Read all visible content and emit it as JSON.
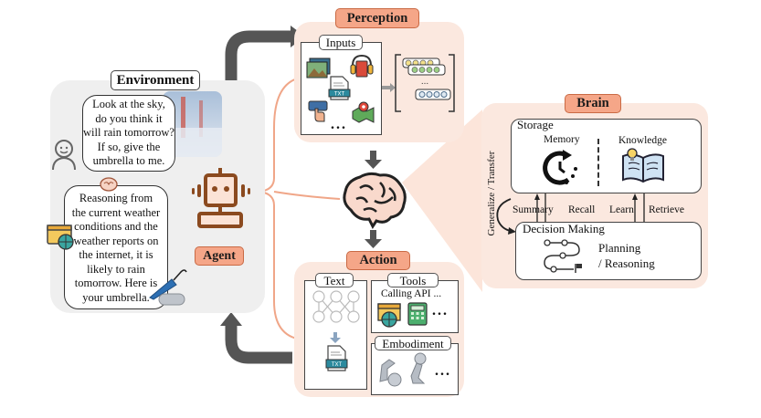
{
  "environment": {
    "title": "Environment",
    "user_message": [
      "Look at the sky,",
      "do you think it",
      "will rain tomorrow?",
      "If so, give the",
      "umbrella to me."
    ],
    "agent_message": [
      "Reasoning from",
      "the current weather",
      "conditions and the",
      "weather reports on",
      "the internet, it is",
      "likely to rain",
      "tomorrow. Here is",
      "your umbrella."
    ],
    "agent_label": "Agent"
  },
  "perception": {
    "title": "Perception",
    "inputs_label": "Inputs",
    "ellipsis": "...",
    "txt_label": "TXT"
  },
  "brain": {
    "title": "Brain",
    "storage_label": "Storage",
    "memory_label": "Memory",
    "knowledge_label": "Knowledge",
    "summary_label": "Summary",
    "recall_label": "Recall",
    "learn_label": "Learn",
    "retrieve_label": "Retrieve",
    "generalize_label": "Generalize / Transfer",
    "decision_label": "Decision Making",
    "planning_label": "Planning",
    "reasoning_label": "/ Reasoning"
  },
  "action": {
    "title": "Action",
    "text_label": "Text",
    "tools_label": "Tools",
    "calling_api_label": "Calling API ...",
    "embodiment_label": "Embodiment",
    "ellipsis": "...",
    "txt_label": "TXT"
  },
  "colors": {
    "accent_orange": "#f5a688",
    "peach_panel": "#fbe8df",
    "env_gray": "#efefef",
    "agent_brown": "#8b4a1f",
    "arrow_gray": "#555555"
  }
}
